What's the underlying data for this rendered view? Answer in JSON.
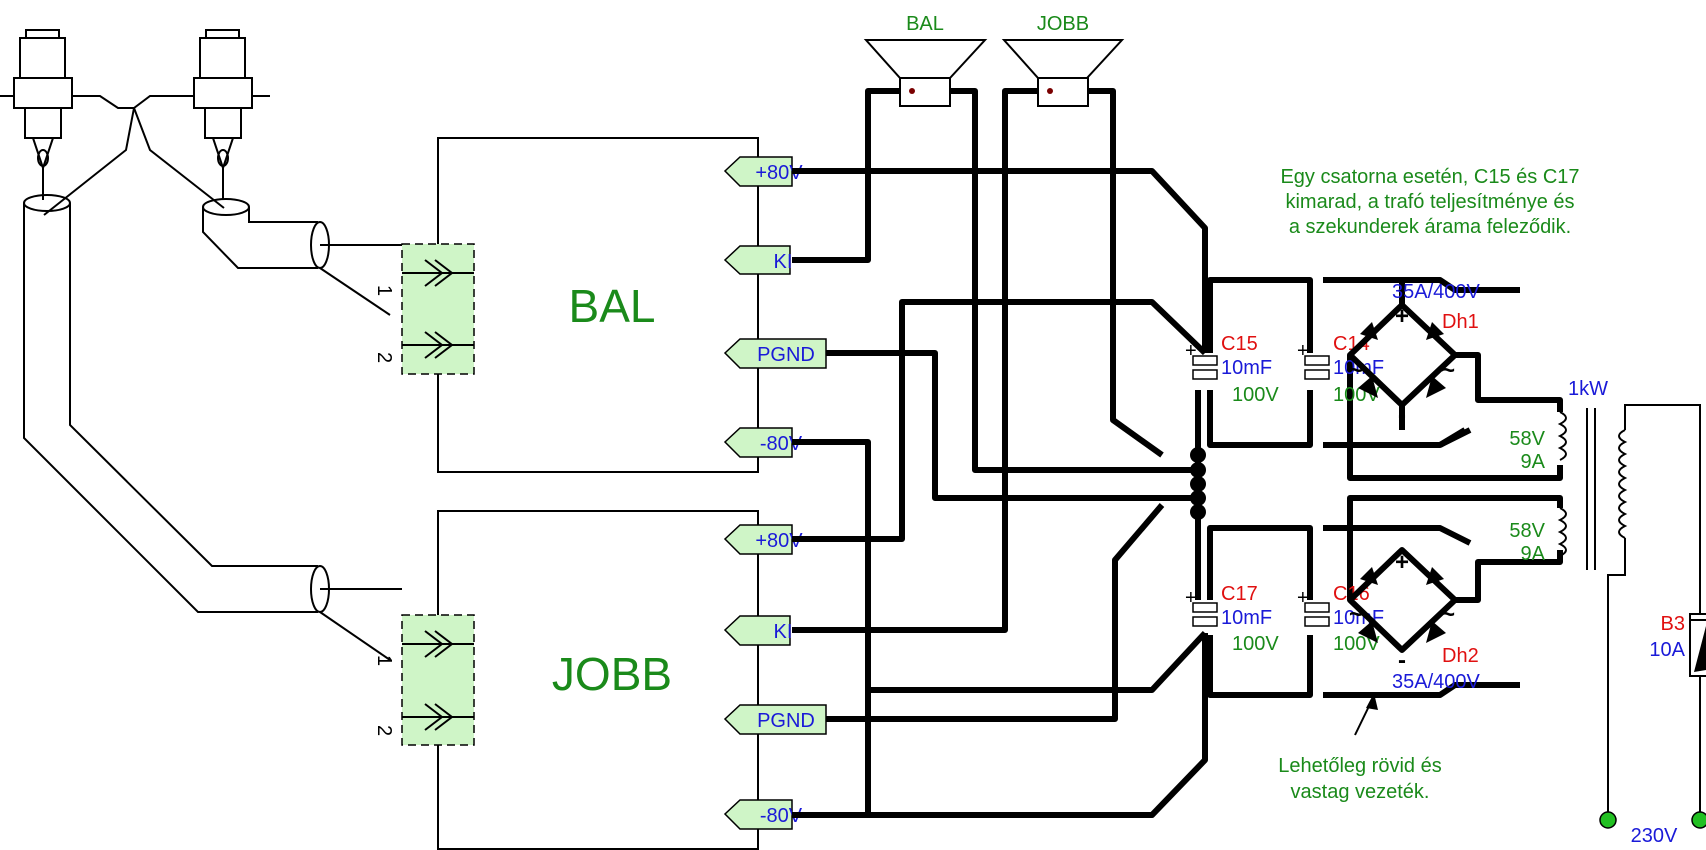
{
  "speakers": {
    "left_label": "BAL",
    "right_label": "JOBB"
  },
  "amplifiers": {
    "top": {
      "title": "BAL",
      "terminals": [
        "+80V",
        "KI",
        "PGND",
        "-80V"
      ],
      "input_pins": [
        "1",
        "2"
      ]
    },
    "bottom": {
      "title": "JOBB",
      "terminals": [
        "+80V",
        "KI",
        "PGND",
        "-80V"
      ],
      "input_pins": [
        "1",
        "2"
      ]
    }
  },
  "capacitors": [
    {
      "name": "C15",
      "value": "10mF",
      "voltage": "100V"
    },
    {
      "name": "C14",
      "value": "10mF",
      "voltage": "100V"
    },
    {
      "name": "C17",
      "value": "10mF",
      "voltage": "100V"
    },
    {
      "name": "C16",
      "value": "10mF",
      "voltage": "100V"
    }
  ],
  "bridges": {
    "top": {
      "name": "Dh1",
      "rating": "35A/400V"
    },
    "bottom": {
      "name": "Dh2",
      "rating": "35A/400V"
    }
  },
  "transformer": {
    "power": "1kW",
    "secondaries": [
      {
        "voltage": "58V",
        "current": "9A"
      },
      {
        "voltage": "58V",
        "current": "9A"
      }
    ]
  },
  "fuse": {
    "name": "B3",
    "rating": "10A"
  },
  "mains": {
    "label": "230V"
  },
  "notes": {
    "single_channel": [
      "Egy csatorna esetén, C15 és C17",
      "kimarad, a trafó teljesítménye és",
      "a szekunderek árama feleződik."
    ],
    "wiring": [
      "Lehetőleg rövid és",
      "vastag vezeték."
    ]
  },
  "symbols": {
    "plus": "+",
    "minus": "-",
    "ac": "~"
  }
}
